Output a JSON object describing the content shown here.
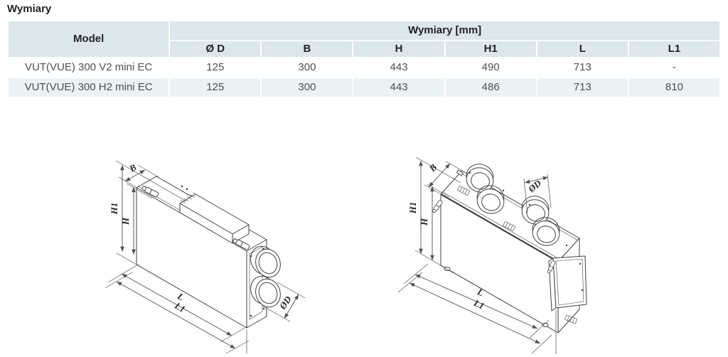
{
  "page_title": "Wymiary",
  "table": {
    "model_header": "Model",
    "group_header": "Wymiary [mm]",
    "columns": [
      "Ø D",
      "B",
      "H",
      "H1",
      "L",
      "L1"
    ],
    "rows": [
      {
        "model": "VUT(VUE) 300 V2 mini EC",
        "values": [
          "125",
          "300",
          "443",
          "490",
          "713",
          "-"
        ]
      },
      {
        "model": "VUT(VUE) 300 H2 mini EC",
        "values": [
          "125",
          "300",
          "443",
          "486",
          "713",
          "810"
        ]
      }
    ]
  },
  "diagrams": {
    "left": {
      "labels": {
        "b": "B",
        "h1": "H1",
        "h": "H",
        "l": "L",
        "l1": "L1",
        "od": "ØD"
      }
    },
    "right": {
      "labels": {
        "b": "B",
        "h1": "H1",
        "h": "H",
        "l": "L",
        "l1": "L1",
        "od": "ØD"
      }
    }
  },
  "colors": {
    "table_header_bg": "#dbe7ed",
    "table_row_alt_bg": "#eaf2f6",
    "drawing_line": "#3f4042",
    "dim_line": "#4f5052",
    "text_dark": "#1f2123",
    "text_gray": "#4d4f52"
  }
}
